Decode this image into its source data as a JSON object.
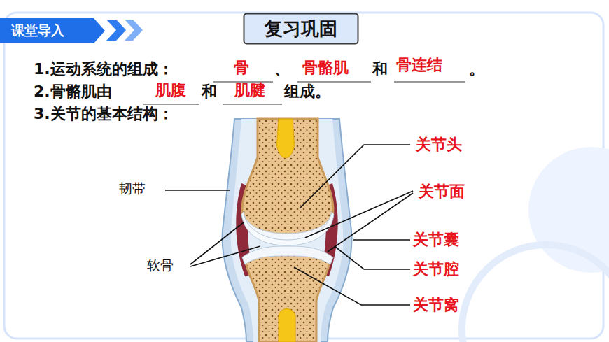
{
  "diagram": {
    "nodes": [
      {
        "text": [
          "课堂导入"
        ]
      },
      {
        "text": [
          "复习巩固"
        ]
      }
    ],
    "labels": [
      "1.运动系统的组成：",
      "骨",
      "、",
      "骨骼肌",
      "和",
      "骨连结",
      "。",
      "2.骨骼肌由",
      "肌腹",
      "和",
      "肌腱",
      "组成。",
      "3.关节的基本结构：",
      "关节头",
      "韧带",
      "关节面",
      "关节囊",
      "软骨",
      "关节腔",
      "关节窝"
    ]
  }
}
